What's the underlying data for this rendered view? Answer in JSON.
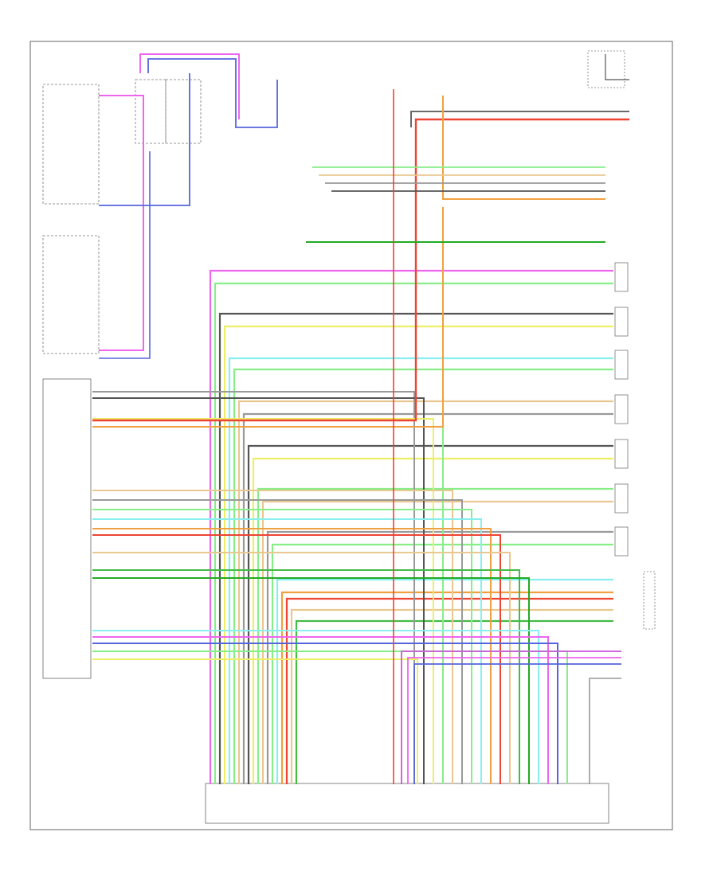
{
  "diagram": {
    "footer_code": "",
    "colors": {
      "pink": "#ee66ee",
      "violet": "#cc55dd",
      "blue": "#5566dd",
      "lightblue": "#88aaee",
      "red": "#ee4433",
      "orange": "#f0a040",
      "tan": "#e8c890",
      "yellow": "#eeee66",
      "lightgreen": "#88ee88",
      "green": "#44bb44",
      "darkgreen": "#22aa22",
      "cyan": "#88eeee",
      "gray": "#999999",
      "darkgray": "#555555",
      "black": "#222222",
      "white": "#cccccc"
    },
    "wire_colors": [
      "pink",
      "lightgreen",
      "darkgray",
      "yellow",
      "cyan",
      "lightgreen",
      "tan",
      "gray",
      "darkgray",
      "yellow",
      "lightgreen",
      "tan",
      "gray",
      "lightgreen",
      "cyan",
      "orange",
      "red",
      "tan",
      "green",
      "darkgreen",
      "cyan",
      "pink",
      "blue",
      "lightgreen",
      "yellow",
      "tan",
      "orange",
      "gray",
      "violet",
      "pink",
      "red",
      "gray"
    ]
  }
}
